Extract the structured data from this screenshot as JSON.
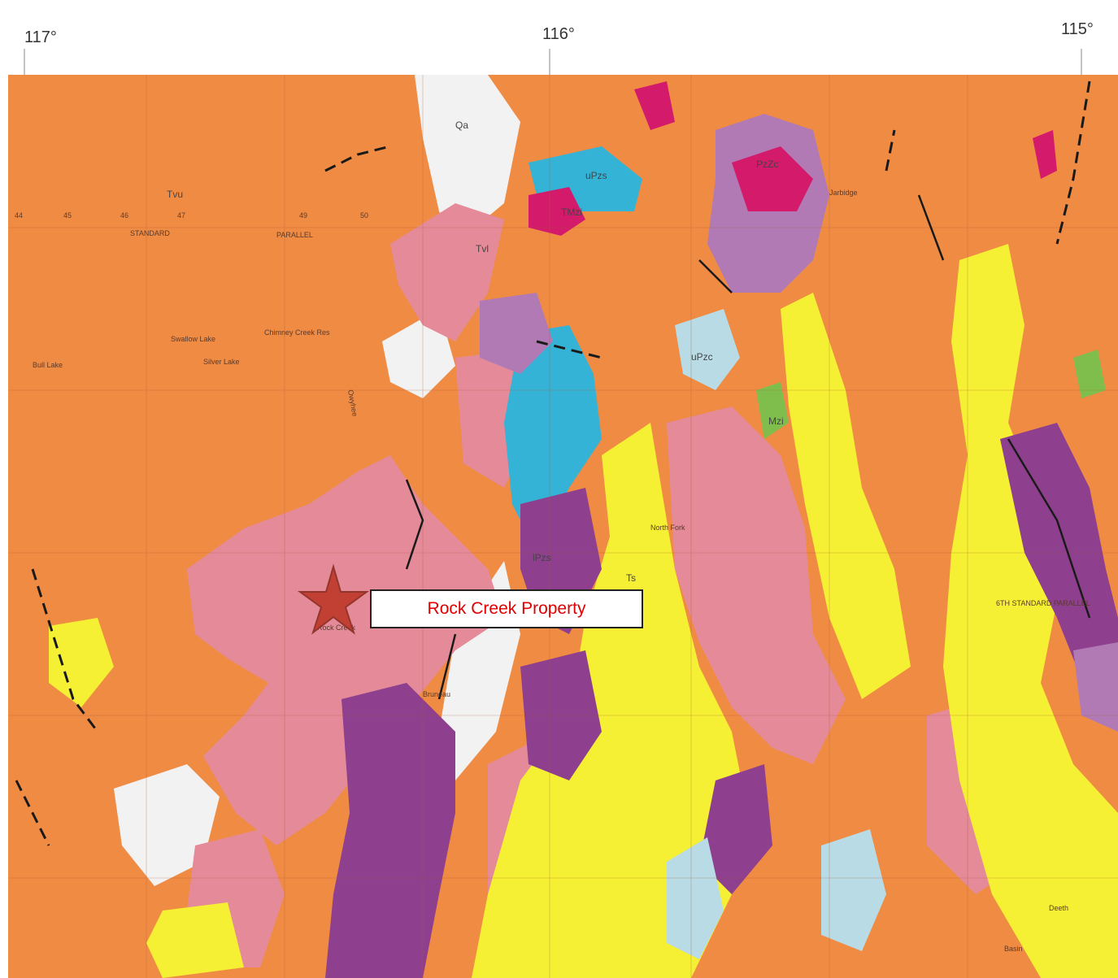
{
  "map": {
    "longitude_labels": [
      "117°",
      "116°",
      "115°"
    ],
    "grid_numbers": [
      "44",
      "45",
      "46",
      "47",
      "49",
      "50"
    ],
    "place_labels": [
      "STANDARD",
      "PARALLEL",
      "Swallow Lake",
      "Chimney Creek Res",
      "Bull Lake",
      "Silver Lake",
      "Owyhee",
      "North Fork",
      "Rock Creek",
      "Bruneau",
      "Deeth",
      "Jarbidge",
      "6TH STANDARD PARALLEL",
      "Basin"
    ],
    "unit_labels": [
      "Qa",
      "Tvu",
      "Tvl",
      "Ts",
      "uPzs",
      "lPzs",
      "uPzc",
      "PzZc",
      "TMzi",
      "Mzi"
    ],
    "callout": {
      "text": "Rock Creek Property",
      "text_color": "#e00000"
    },
    "marker": {
      "icon": "star-icon",
      "color": "#c0392b"
    },
    "colors": {
      "Tvu": "#f08b44",
      "Tvl": "#e58a99",
      "Qa": "#f2f2f2",
      "Ts": "#f5f034",
      "uPzs": "#35b3d6",
      "lPzs": "#8e3f8e",
      "uPzc": "#b8dbe6",
      "PzZc": "#b27ab5",
      "TMzi": "#d41a6b",
      "Mzi": "#7fbe4c"
    }
  }
}
